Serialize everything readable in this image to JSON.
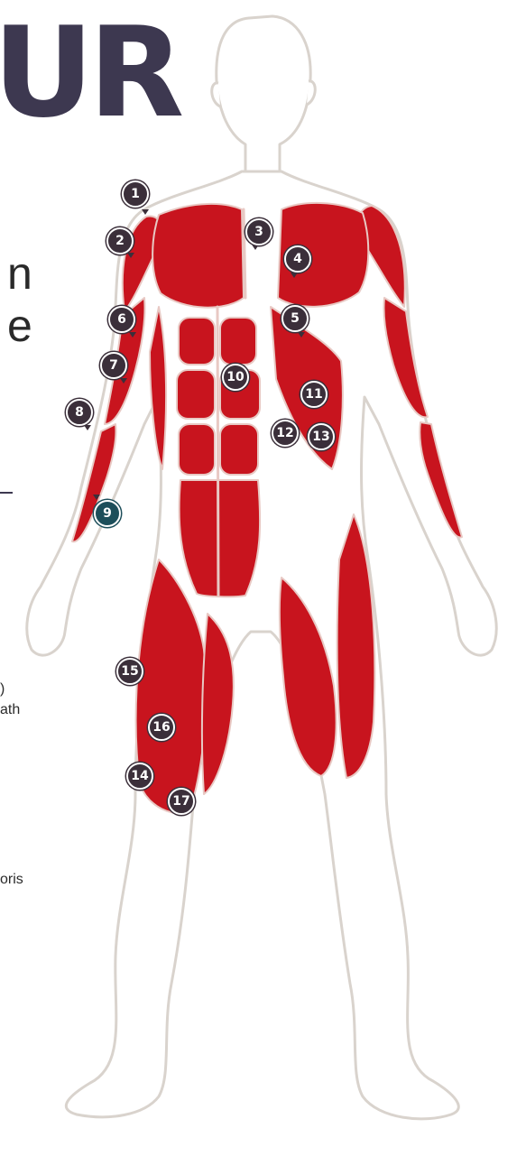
{
  "page": {
    "title_fragment": "UR",
    "text_fragments": [
      "n",
      "e"
    ],
    "side_fragments": [
      ")",
      "ath",
      "oris"
    ]
  },
  "colors": {
    "muscle": "#c8141e",
    "outline": "#d9d3cd",
    "skin": "#ffffff",
    "marker": "#3b2f3a",
    "marker_highlight": "#1d4e5a",
    "title": "#3d3850"
  },
  "markers": [
    "1",
    "2",
    "3",
    "4",
    "5",
    "6",
    "7",
    "8",
    "9",
    "10",
    "11",
    "12",
    "13",
    "14",
    "15",
    "16",
    "17"
  ]
}
